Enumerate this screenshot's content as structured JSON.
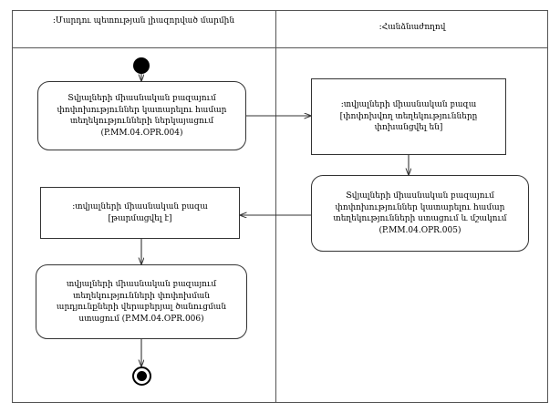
{
  "diagram": {
    "type": "uml-activity-diagram",
    "title": "",
    "lanes": [
      {
        "id": "lane-authority",
        "label": ":Մարդու պետության լիազորված մարմին"
      },
      {
        "id": "lane-commission",
        "label": ":Հանձնաժողով"
      }
    ],
    "nodes": [
      {
        "id": "initial-node",
        "type": "initial",
        "label": ""
      },
      {
        "id": "activity-opr-004",
        "type": "activity",
        "label": "Տվյալների միասնական բազայում\nփոփոխություններ կատարելու համար\nտեղեկությունների ներկայացում\n(P.MM.04.OPR.004)",
        "code": "P.MM.04.OPR.004"
      },
      {
        "id": "object-transferred",
        "type": "object",
        "label": ":տվյալների միասնական բազա\n[փոփոխվող տեղեկությունները\nփոխանցվել են]",
        "state": "փոփոխվող տեղեկությունները փոխանցվել են"
      },
      {
        "id": "activity-opr-005",
        "type": "activity",
        "label": "Տվյալների միասնական բազայում\nփոփոխություններ կատարելու համար\nտեղեկությունների ստացում և մշակում\n(P.MM.04.OPR.005)",
        "code": "P.MM.04.OPR.005"
      },
      {
        "id": "object-updated",
        "type": "object",
        "label": ":տվյալների միասնական բազա\n[թարմացվել է]",
        "state": "թարմացվել է"
      },
      {
        "id": "activity-opr-006",
        "type": "activity",
        "label": "տվյալների միասնական բազայում\nտեղեկությունների փոփոխման\nարդյունքների վերաբերյալ ծանուցման\nստացում (P.MM.04.OPR.006)",
        "code": "P.MM.04.OPR.006"
      },
      {
        "id": "final-node",
        "type": "final",
        "label": ""
      }
    ],
    "edges": [
      {
        "from": "initial-node",
        "to": "activity-opr-004",
        "label": ""
      },
      {
        "from": "activity-opr-004",
        "to": "object-transferred",
        "label": ""
      },
      {
        "from": "object-transferred",
        "to": "activity-opr-005",
        "label": ""
      },
      {
        "from": "activity-opr-005",
        "to": "object-updated",
        "label": ""
      },
      {
        "from": "object-updated",
        "to": "activity-opr-006",
        "label": ""
      },
      {
        "from": "activity-opr-006",
        "to": "final-node",
        "label": ""
      }
    ],
    "colors": {
      "stroke": "#333333",
      "lane_stroke": "#555555",
      "fill": "#ffffff",
      "text": "#000000"
    }
  }
}
